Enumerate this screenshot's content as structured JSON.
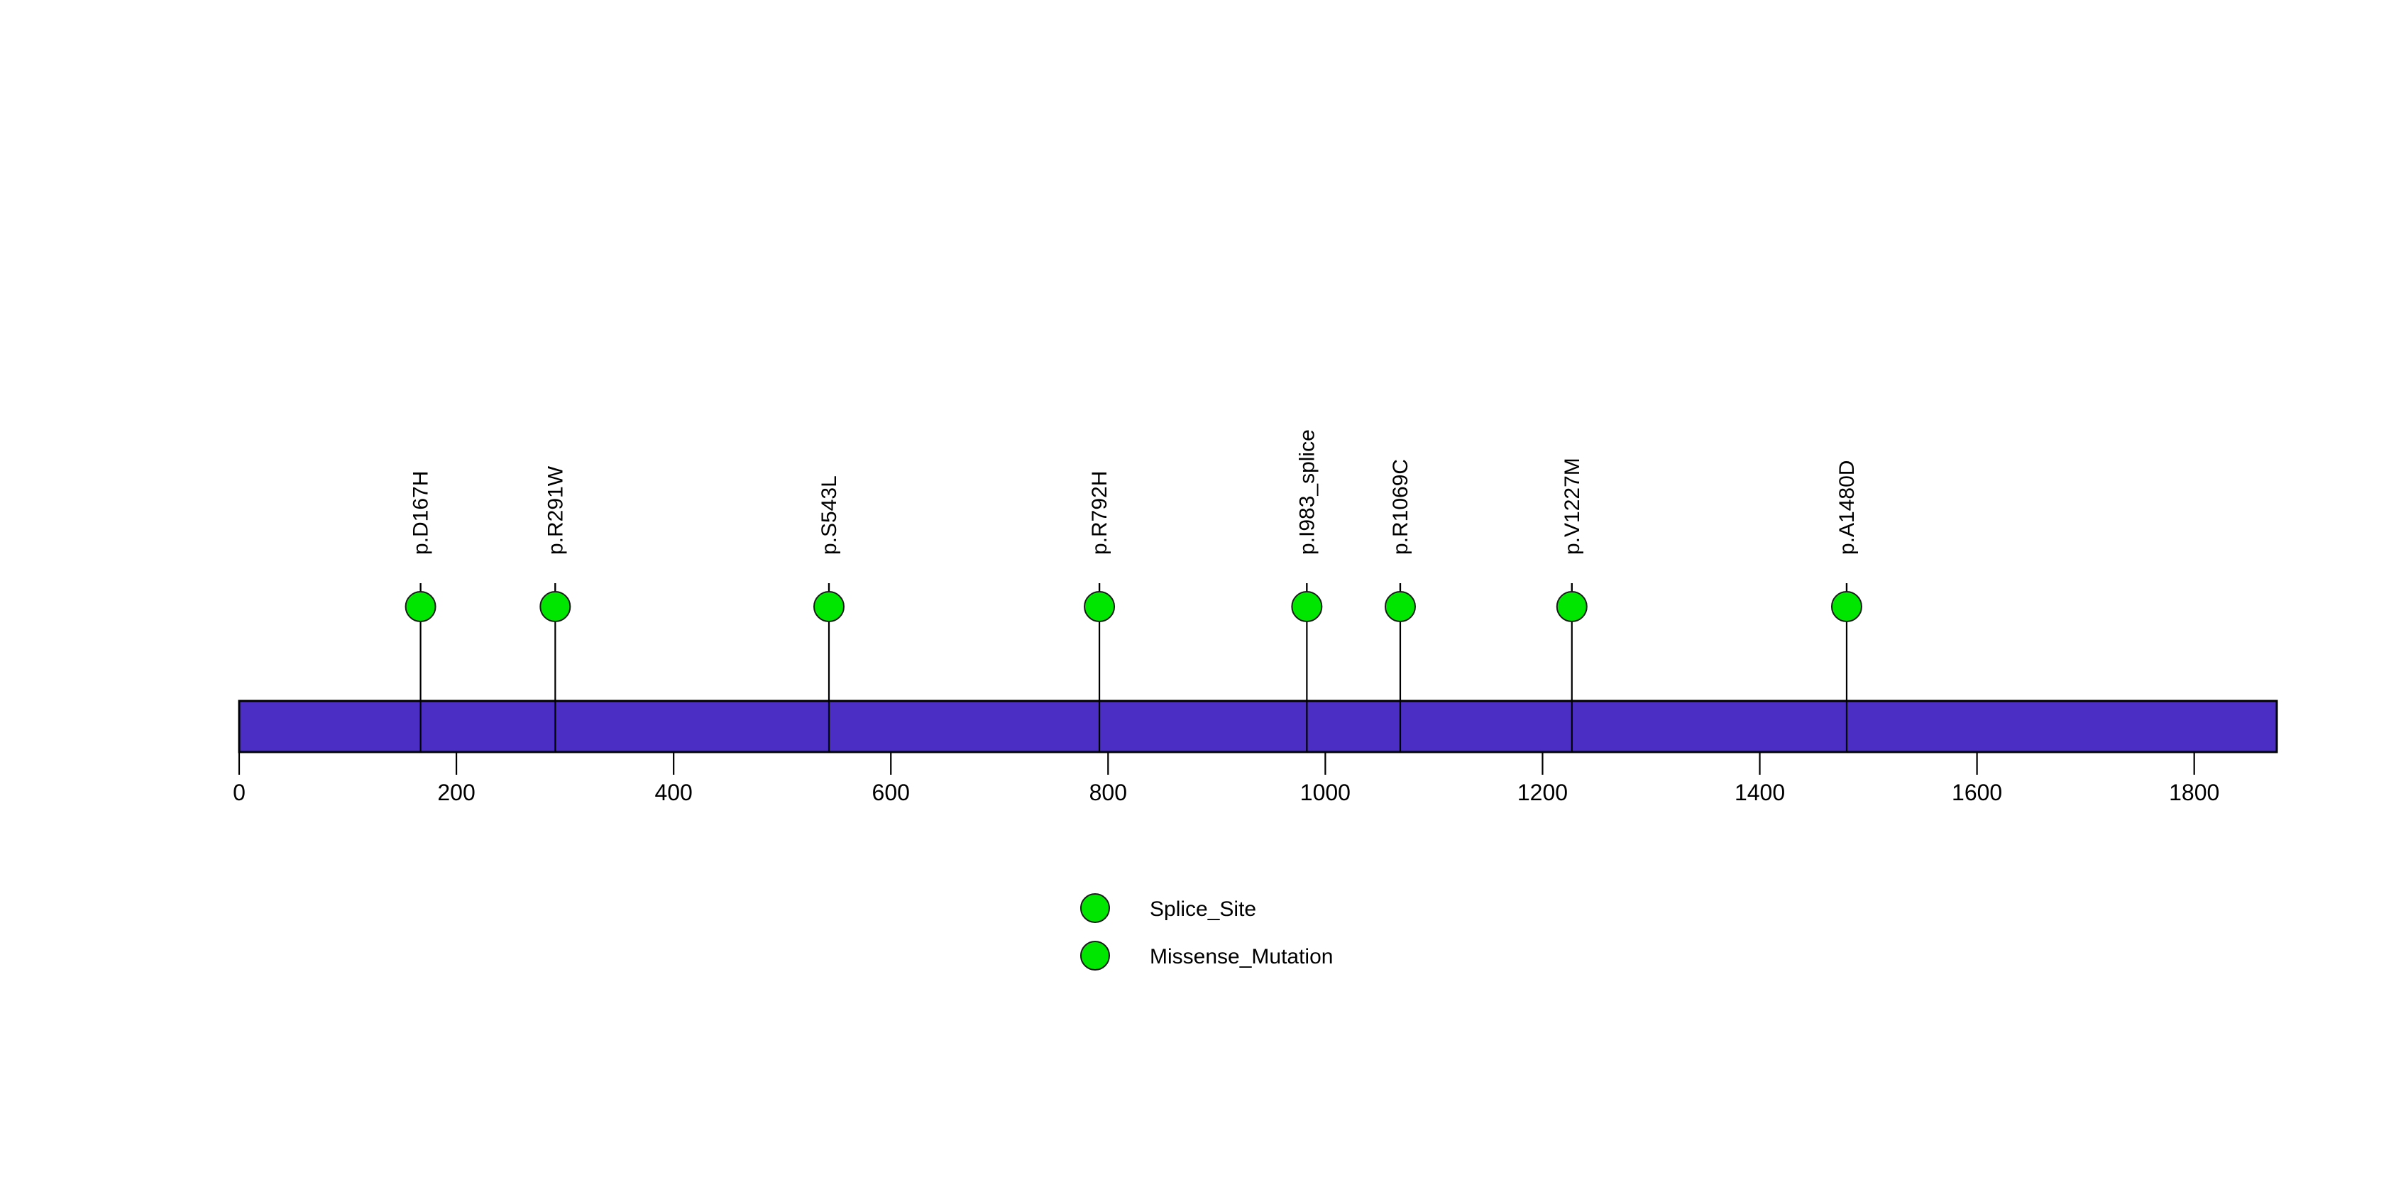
{
  "chart_data": {
    "type": "lollipop",
    "title": "",
    "subtitle": "",
    "xlabel": "",
    "ylabel": "",
    "xlim": [
      0,
      1876
    ],
    "grid": false,
    "legend_position": "bottom-center",
    "protein_track": {
      "name": "protein-backbone",
      "start": 0,
      "end": 1876,
      "color": "#4B2FC4",
      "border_color": "#000000"
    },
    "axis": {
      "ticks": [
        0,
        200,
        400,
        600,
        800,
        1000,
        1200,
        1400,
        1600,
        1800
      ],
      "tick_labels": [
        "0",
        "200",
        "400",
        "600",
        "800",
        "1000",
        "1200",
        "1400",
        "1600",
        "1800"
      ]
    },
    "categories": [
      "p.D167H",
      "p.R291W",
      "p.S543L",
      "p.R792H",
      "p.I983_splice",
      "p.R1069C",
      "p.V1227M",
      "p.A1480D"
    ],
    "points": [
      {
        "label": "p.D167H",
        "position": 167,
        "count": 1,
        "type": "Missense_Mutation",
        "color": "#00E600"
      },
      {
        "label": "p.R291W",
        "position": 291,
        "count": 1,
        "type": "Missense_Mutation",
        "color": "#00E600"
      },
      {
        "label": "p.S543L",
        "position": 543,
        "count": 1,
        "type": "Missense_Mutation",
        "color": "#00E600"
      },
      {
        "label": "p.R792H",
        "position": 792,
        "count": 1,
        "type": "Missense_Mutation",
        "color": "#00E600"
      },
      {
        "label": "p.I983_splice",
        "position": 983,
        "count": 1,
        "type": "Splice_Site",
        "color": "#00E600"
      },
      {
        "label": "p.R1069C",
        "position": 1069,
        "count": 1,
        "type": "Missense_Mutation",
        "color": "#00E600"
      },
      {
        "label": "p.V1227M",
        "position": 1227,
        "count": 1,
        "type": "Missense_Mutation",
        "color": "#00E600"
      },
      {
        "label": "p.A1480D",
        "position": 1480,
        "count": 1,
        "type": "Missense_Mutation",
        "color": "#00E600"
      }
    ],
    "legend": [
      {
        "label": "Splice_Site",
        "color": "#00E600"
      },
      {
        "label": "Missense_Mutation",
        "color": "#00E600"
      }
    ]
  },
  "colors": {
    "backbone": "#4B2FC4",
    "mutation_green": "#00E600",
    "outline": "#000000",
    "background": "#FFFFFF"
  }
}
